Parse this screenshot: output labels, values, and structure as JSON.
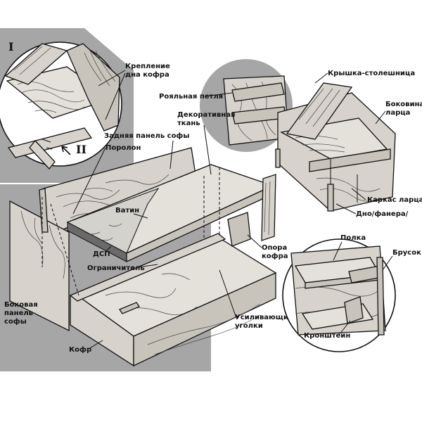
{
  "labels": {
    "roman_1": "I",
    "roman_2": "II",
    "bottom_fastening": "Крепление",
    "bottom_fastening_2": "дна кофра",
    "piano_hinge": "Рояльная петля",
    "lid_tabletop": "Крышка-столешница",
    "box_side": "Боковина",
    "box_side_2": "ларца",
    "decorative_fabric": "Декоративная",
    "decorative_fabric_2": "ткань",
    "back_panel": "Задняя панель софы",
    "foam": "Поролон",
    "batting": "Ватин",
    "chipboard": "ДСП",
    "box_frame": "Каркас ларца",
    "fiberboard_plywood": "Дно/фанера/",
    "limiter": "Ограничитель",
    "trunk_support": "Опора",
    "trunk_support_2": "кофра",
    "reinforcing_corners": "Усиливающие",
    "reinforcing_corners_2": "уголки",
    "side_panel": "Боковая",
    "side_panel_2": "панель",
    "side_panel_3": "софы",
    "trunk": "Кофр",
    "shelf": "Полка",
    "bar": "Брусок",
    "bracket": "Кронштейн"
  },
  "colors": {
    "background_gray": "#a6a6a6",
    "line": "#111111",
    "wood_light": "#d7d3cc"
  }
}
